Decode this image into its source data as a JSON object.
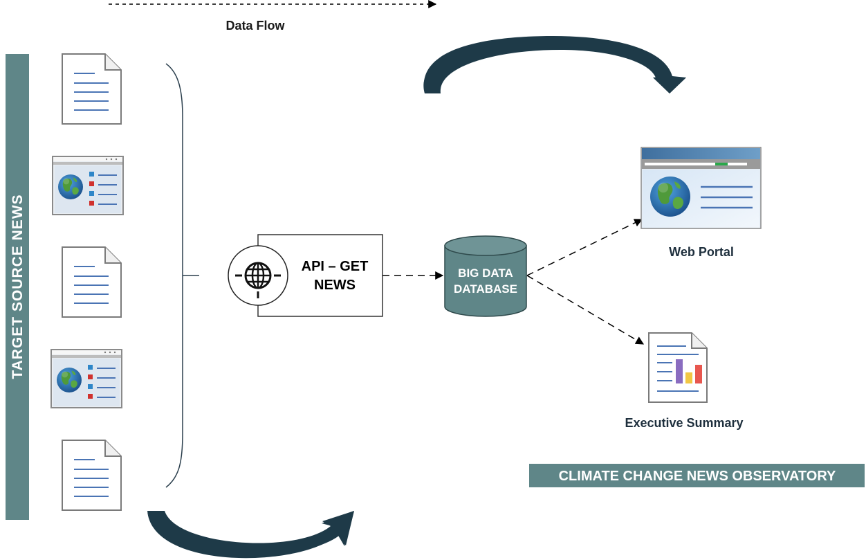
{
  "legend": {
    "label": "Data Flow"
  },
  "sidebar": {
    "label": "TARGET SOURCE NEWS"
  },
  "api": {
    "line1": "API – GET",
    "line2": "NEWS"
  },
  "database": {
    "line1": "BIG DATA",
    "line2": "DATABASE"
  },
  "outputs": {
    "web_portal": "Web Portal",
    "executive_summary": "Executive Summary"
  },
  "banner": {
    "title": "CLIMATE CHANGE NEWS OBSERVATORY"
  },
  "colors": {
    "teal": "#5f8688",
    "dark_navy": "#1e3a48",
    "doc_line_blue": "#4a74b4",
    "bullet_blue": "#2e86c8",
    "bullet_red": "#d0312d"
  }
}
